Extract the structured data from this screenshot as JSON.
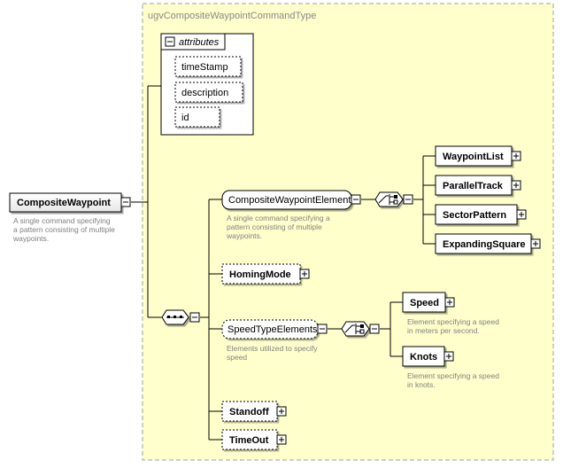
{
  "type_name": "ugvCompositeWaypointCommandType",
  "root": {
    "label": "CompositeWaypoint",
    "description": [
      "A single command specifying",
      "a pattern consisting of multiple",
      "waypoints."
    ]
  },
  "attributes": {
    "title": "attributes",
    "items": [
      "timeStamp",
      "description",
      "id"
    ]
  },
  "composite_group": {
    "label": "CompositeWaypointElements",
    "description": [
      "A single command specifying a",
      "pattern consisting of multiple",
      "waypoints."
    ],
    "choices": [
      "WaypointList",
      "ParallelTrack",
      "SectorPattern",
      "ExpandingSquare"
    ]
  },
  "homing_mode": {
    "label": "HomingMode"
  },
  "speed_group": {
    "label": "SpeedTypeElements",
    "description": [
      "Elements utilized to specify",
      "speed"
    ],
    "speed": {
      "label": "Speed",
      "description": [
        "Element specifying a speed",
        "in meters per second."
      ]
    },
    "knots": {
      "label": "Knots",
      "description": [
        "Element specifying a speed",
        "in knots."
      ]
    }
  },
  "standoff": {
    "label": "Standoff"
  },
  "timeout": {
    "label": "TimeOut"
  }
}
